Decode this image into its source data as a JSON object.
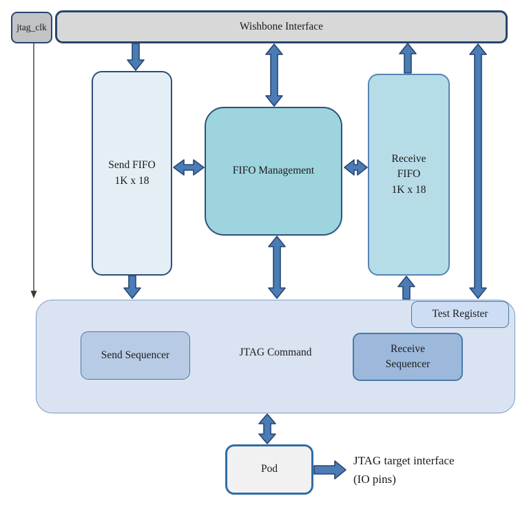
{
  "nodes": {
    "jtag_clk": {
      "label": "jtag_clk"
    },
    "wishbone": {
      "label": "Wishbone Interface"
    },
    "send_fifo": {
      "lines": [
        "Send FIFO",
        "1K x 18"
      ]
    },
    "fifo_management": {
      "label": "FIFO Management"
    },
    "receive_fifo": {
      "lines": [
        "Receive",
        "FIFO",
        "1K x 18"
      ]
    },
    "jtag_command": {
      "label": "JTAG Command"
    },
    "send_sequencer": {
      "label": "Send Sequencer"
    },
    "test_register": {
      "label": "Test Register"
    },
    "receive_sequencer": {
      "lines": [
        "Receive",
        "Sequencer"
      ]
    },
    "pod": {
      "label": "Pod"
    },
    "annotation": {
      "lines": [
        "JTAG target interface",
        "(IO pins)"
      ]
    }
  },
  "colors": {
    "arrow_fill": "#4a7cb5",
    "arrow_outline": "#27456f",
    "wishbone_fill": "#d8d8d8",
    "jtag_clk_fill": "#c2c3c5",
    "send_fifo_fill": "#e3eff5",
    "fifo_management_fill": "#9dd4de",
    "receive_fifo_fill": "#b6dce8",
    "jtag_command_fill": "#dae3f1",
    "send_sequencer_fill": "#b8cbe5",
    "test_register_fill": "#cdddf3",
    "receive_sequencer_fill": "#9cb9dc",
    "pod_fill": "#f1f1f1",
    "text": "#1b1b1b"
  }
}
